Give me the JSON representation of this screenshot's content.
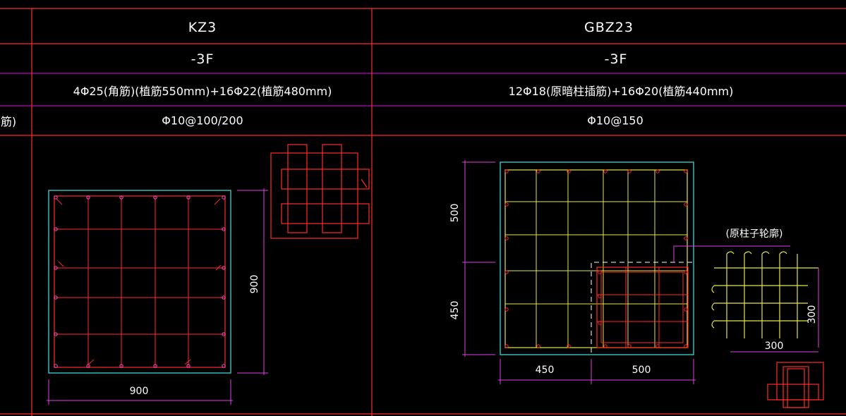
{
  "table": {
    "columns": [
      "KZ3",
      "GBZ23"
    ],
    "floor": [
      "-3F",
      "-3F"
    ],
    "longitudinal_bars": [
      "4Φ25(角筋)(植筋550mm)+16Φ22(植筋480mm)",
      "12Φ18(原暗柱插筋)+16Φ20(植筋440mm)"
    ],
    "stirrups": [
      "Φ10@100/200",
      "Φ10@150"
    ],
    "left_fragment_row4": "筋)"
  },
  "kz3": {
    "dim_width": "900",
    "dim_height": "900"
  },
  "gbz23": {
    "dim_top_vertical": "500",
    "dim_bottom_vertical": "450",
    "dim_left_horizontal": "450",
    "dim_right_horizontal": "500",
    "original_outline_note": "(原柱子轮廓)",
    "detail_dim_vertical": "300",
    "detail_dim_horizontal": "300"
  },
  "colors": {
    "grid_red": "#ff2a2a",
    "separator_magenta": "#c000c0",
    "outline_cyan": "#3fd6d6",
    "rebar_yellow": "#e6e64a",
    "dimension_magenta": "#e040e0",
    "text_white": "#ffffff"
  }
}
